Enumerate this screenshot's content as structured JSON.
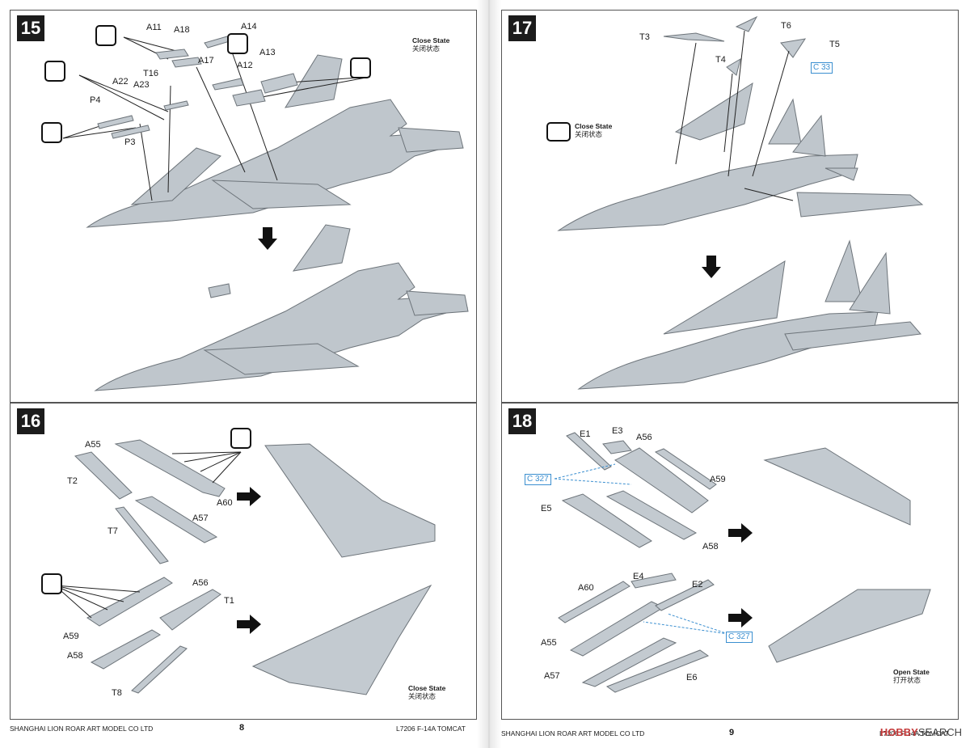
{
  "left_page": {
    "step15": {
      "number": "15",
      "state": {
        "en": "Close State",
        "zh": "关闭状态"
      },
      "labels": {
        "a11": "A11",
        "a18": "A18",
        "a14": "A14",
        "a17": "A17",
        "a12": "A12",
        "a13": "A13",
        "t16": "T16",
        "a22": "A22",
        "a23": "A23",
        "p4": "P4",
        "p3": "P3"
      }
    },
    "step16": {
      "number": "16",
      "state": {
        "en": "Close State",
        "zh": "关闭状态"
      },
      "labels": {
        "a55": "A55",
        "t2": "T2",
        "a60": "A60",
        "a57": "A57",
        "t7": "T7",
        "a56": "A56",
        "t1": "T1",
        "a59": "A59",
        "a58": "A58",
        "t8": "T8"
      }
    },
    "footer": {
      "company": "SHANGHAI LION ROAR ART MODEL CO LTD",
      "page": "8",
      "product": "L7206  F-14A  TOMCAT"
    }
  },
  "right_page": {
    "step17": {
      "number": "17",
      "state": {
        "en": "Close State",
        "zh": "关闭状态"
      },
      "labels": {
        "t3": "T3",
        "t6": "T6",
        "t5": "T5",
        "t4": "T4"
      },
      "ref": "C 33"
    },
    "step18": {
      "number": "18",
      "state": {
        "en": "Open State",
        "zh": "打开状态"
      },
      "labels": {
        "e1": "E1",
        "e3": "E3",
        "a56": "A56",
        "a59": "A59",
        "e5": "E5",
        "a58": "A58",
        "e4": "E4",
        "e2": "E2",
        "a60": "A60",
        "a55": "A55",
        "a57": "A57",
        "e6": "E6"
      },
      "refs": [
        "C 327",
        "C 327"
      ]
    },
    "footer": {
      "company": "SHANGHAI LION ROAR ART MODEL CO LTD",
      "page": "9",
      "product": "L7206  F-14A  TOMCAT"
    }
  },
  "watermark": {
    "brand": "HOBBY",
    "suffix": "SEARCH"
  },
  "colors": {
    "part": "#b9c1c8",
    "partShade": "#9ea7af",
    "line": "#222222",
    "ref": "#3b8fd0"
  }
}
